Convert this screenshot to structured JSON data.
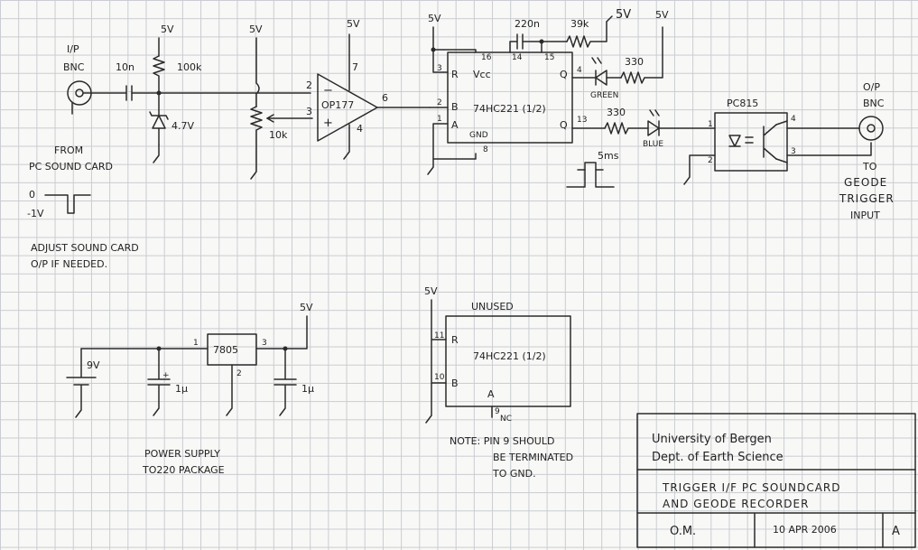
{
  "inputs": {
    "ip_label": "I/P",
    "ip_bnc": "BNC",
    "from1": "FROM",
    "from2": "PC SOUND CARD",
    "pulse_zero": "0",
    "pulse_neg": "-1V",
    "adjust1": "ADJUST SOUND CARD",
    "adjust2": "O/P IF NEEDED."
  },
  "components": {
    "c_in": "10n",
    "r_100k": "100k",
    "zener": "4.7V",
    "pot": "10k",
    "opamp": "OP177",
    "v5a": "5V",
    "v5b": "5V",
    "v5c": "5V",
    "v5d": "5V",
    "v5e": "5V",
    "v5f": "5V",
    "v5g": "5V",
    "v5h": "5V",
    "cap_timing": "220n",
    "r_timing": "39k",
    "r330a": "330",
    "r330b": "330",
    "led_green": "GREEN",
    "led_blue": "BLUE",
    "pulse": "5ms",
    "opto": "PC815",
    "ic_name": "74HC221 (1/2)",
    "vcc": "Vcc",
    "gnd": "GND",
    "reg": "7805",
    "bat": "9V",
    "c1u_a": "1μ",
    "c1u_b": "1μ",
    "plus": "+"
  },
  "pins": {
    "op_inv": "2",
    "op_non": "3",
    "op_out": "6",
    "op_v": "7",
    "op_g": "4",
    "op_minus": "−",
    "op_plus": "+",
    "p16": "16",
    "p14": "14",
    "p15": "15",
    "p3": "3",
    "p2": "2",
    "p1": "1",
    "p4": "4",
    "p13": "13",
    "p8": "8",
    "pin_R": "R",
    "pin_B": "B",
    "pin_A": "A",
    "pin_Q": "Q",
    "pin_Qb": "Q",
    "o1": "1",
    "o2": "2",
    "o3": "3",
    "o4": "4",
    "r1": "1",
    "r2": "2",
    "r3": "3",
    "u11": "11",
    "u10": "10",
    "u9": "9",
    "u_R": "R",
    "u_B": "B",
    "u_A": "A"
  },
  "outputs": {
    "op_label": "O/P",
    "op_bnc": "BNC",
    "to1": "TO",
    "to2": "GEODE",
    "to3": "TRIGGER",
    "to4": "INPUT"
  },
  "unused": {
    "title": "UNUSED",
    "ic": "74HC221 (1/2)",
    "nc": "NC",
    "note1": "NOTE: PIN 9 SHOULD",
    "note2": "BE TERMINATED",
    "note3": "TO GND."
  },
  "power": {
    "cap1": "POWER SUPPLY",
    "cap2": "TO220 PACKAGE"
  },
  "title_block": {
    "org1": "University of Bergen",
    "org2": "Dept. of Earth Science",
    "title1": "TRIGGER I/F  PC SOUNDCARD",
    "title2": "AND  GEODE  RECORDER",
    "author": "O.M.",
    "date": "10 APR 2006",
    "rev": "A"
  }
}
